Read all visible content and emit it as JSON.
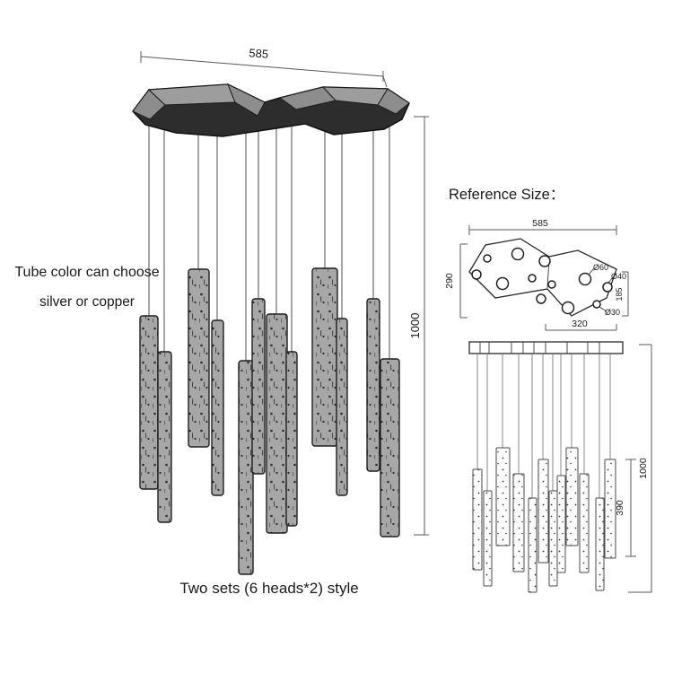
{
  "labels": {
    "tube_color_note_line1": "Tube color can choose",
    "tube_color_note_line2": "silver or copper",
    "style_caption": "Two sets (6 heads*2) style",
    "reference_title": "Reference Size："
  },
  "main_view": {
    "width_dim": "585",
    "drop_dim": "1000",
    "tube_count": 12
  },
  "top_view": {
    "width_dim": "585",
    "depth_dim": "290",
    "panel_width_dim": "320",
    "offset_dim": "185",
    "hole_large_dim": "Ø60",
    "hole_medium_dim": "Ø40",
    "hole_small_dim": "Ø30"
  },
  "front_view": {
    "drop_dim": "1000",
    "tube_length_dim": "390"
  },
  "colors": {
    "canopy_dark": "#2d2d2d",
    "canopy_light": "#9d9d9d",
    "canopy_light2": "#8d8d8d",
    "tube_fill": "#a7a7a7",
    "front_tube_fill": "#fcfcfc",
    "line": "#5a5a5a",
    "text": "#1a1a1a"
  }
}
